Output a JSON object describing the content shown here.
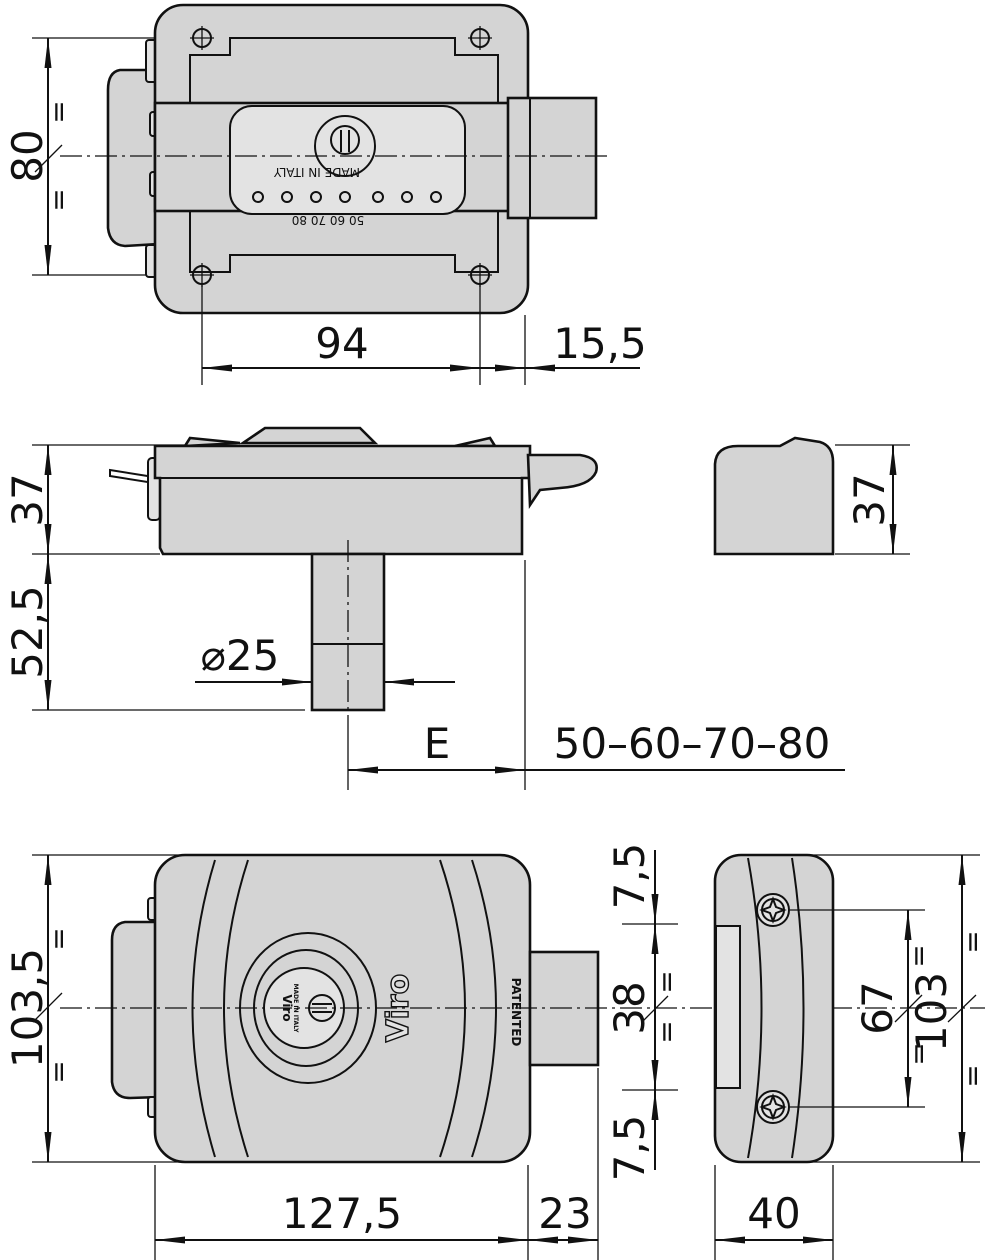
{
  "top_view": {
    "dim_height": "80",
    "dim_hole_spacing": "94",
    "dim_offset": "15,5",
    "scale_marks": "50 60 70 80",
    "equal_marks": [
      "=",
      "="
    ]
  },
  "side_view": {
    "dim_body_height": "37",
    "dim_cylinder_length": "52,5",
    "dim_cylinder_diameter": "⌀25",
    "dim_backset_label": "E",
    "dim_backset_values": "50–60–70–80",
    "dim_keeper_height": "37"
  },
  "front_view": {
    "dim_height": "103,5",
    "dim_width": "127,5",
    "dim_bolt": "23",
    "dim_top_gap": "7,5",
    "dim_bolt_height": "38",
    "dim_bottom_gap": "7,5",
    "equal_marks": [
      "=",
      "=",
      "=",
      "="
    ],
    "brand": "Viro",
    "patented": "PATENTED",
    "cyl_brand": "Viro",
    "cyl_text": "MADE IN ITALY"
  },
  "keeper_view": {
    "dim_screw_spacing": "67",
    "dim_height": "103",
    "dim_width": "40",
    "equal_marks": [
      "=",
      "=",
      "=",
      "="
    ]
  }
}
